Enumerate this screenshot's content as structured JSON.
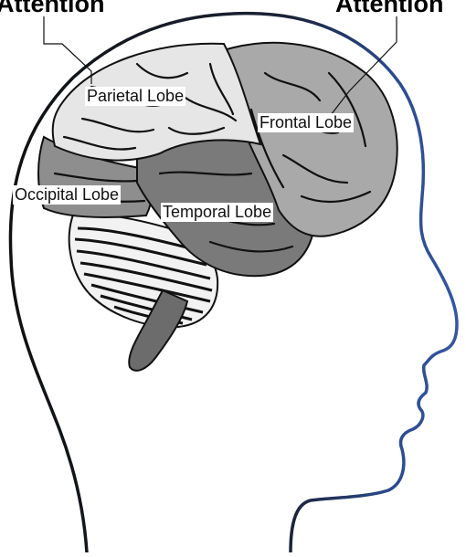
{
  "top_labels": {
    "left": "Attention",
    "right": "Attention"
  },
  "lobes": {
    "parietal": "Parietal Lobe",
    "frontal": "Frontal Lobe",
    "occipital": "Occipital Lobe",
    "temporal": "Temporal Lobe"
  },
  "colors": {
    "head_outline_back": "#111111",
    "head_outline_face": "#2b4a8c",
    "parietal_fill": "#e6e6e6",
    "frontal_fill": "#a9a9a9",
    "temporal_fill": "#7a7a7a",
    "occipital_fill": "#8e8e8e",
    "cerebellum_fill": "#f2f2f2",
    "brainstem_fill": "#6c6c6c"
  }
}
